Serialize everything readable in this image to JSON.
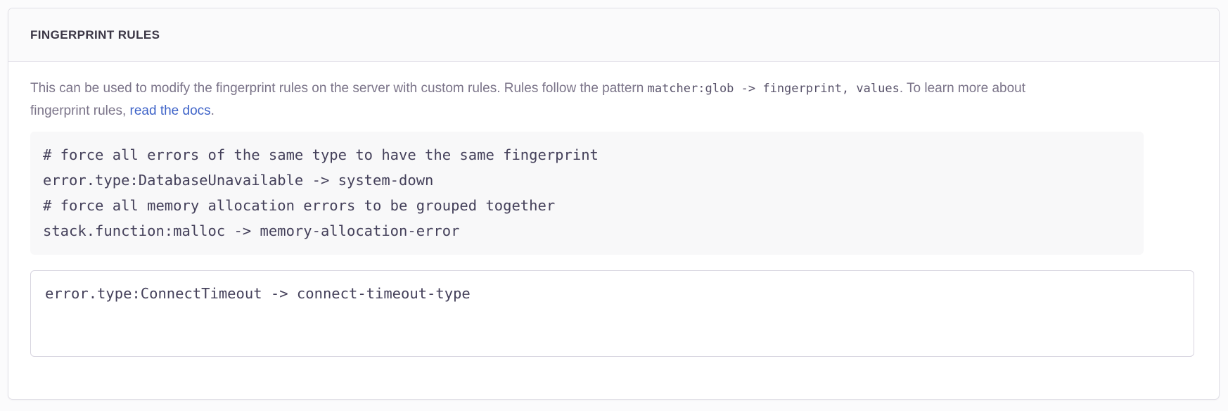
{
  "panel": {
    "title": "Fingerprint Rules"
  },
  "description": {
    "part1": "This can be used to modify the fingerprint rules on the server with custom rules. Rules follow the pattern ",
    "code1": "matcher:glob -> fingerprint, values",
    "part2": ". To learn more about fingerprint rules, ",
    "link_label": "read the docs",
    "part3": "."
  },
  "example_code": {
    "text": "# force all errors of the same type to have the same fingerprint\nerror.type:DatabaseUnavailable -> system-down\n# force all memory allocation errors to be grouped together\nstack.function:malloc -> memory-allocation-error",
    "lines": [
      "# force all errors of the same type to have the same fingerprint",
      "error.type:DatabaseUnavailable -> system-down",
      "# force all memory allocation errors to be grouped together",
      "stack.function:malloc -> memory-allocation-error"
    ]
  },
  "rules_field": {
    "value": "error.type:ConnectTimeout -> connect-timeout-type",
    "placeholder": "error.type:ConnectTimeout -> connect-timeout-type"
  },
  "colors": {
    "panel_border": "#e0dfe6",
    "header_bg": "#fafafb",
    "title_text": "#3a3544",
    "body_text": "#7b7489",
    "code_text": "#44405a",
    "code_bg": "#f8f8f9",
    "link": "#3e63c8",
    "input_border": "#d8d5e0"
  }
}
